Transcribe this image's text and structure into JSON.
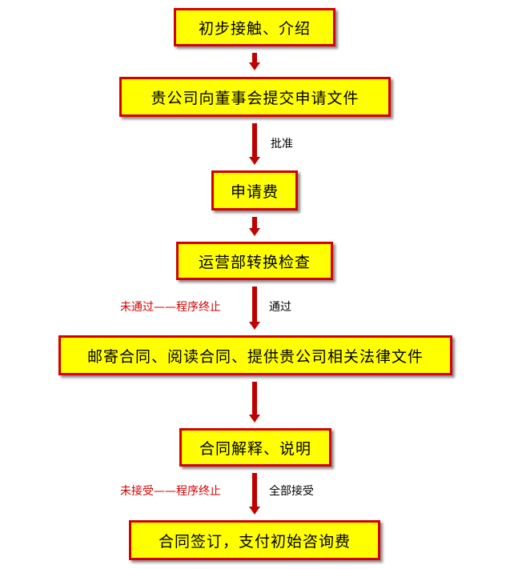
{
  "steps": [
    {
      "text": "初步接触、介绍"
    },
    {
      "text": "贵公司向董事会提交申请文件"
    },
    {
      "text": "申请费"
    },
    {
      "text": "运营部转换检查"
    },
    {
      "text": "邮寄合同、阅读合同、提供贵公司相关法律文件"
    },
    {
      "text": "合同解释、说明"
    },
    {
      "text": "合同签订，支付初始咨询费"
    }
  ],
  "labels": {
    "approve": "批准",
    "pass": "通过",
    "fail": "未通过——程序终止",
    "accept_all": "全部接受",
    "not_accept": "未接受——程序终止"
  },
  "colors": {
    "box_fill": "#ffff00",
    "box_border": "#d40000",
    "arrow": "#c00000",
    "reject_text": "#d40000"
  }
}
